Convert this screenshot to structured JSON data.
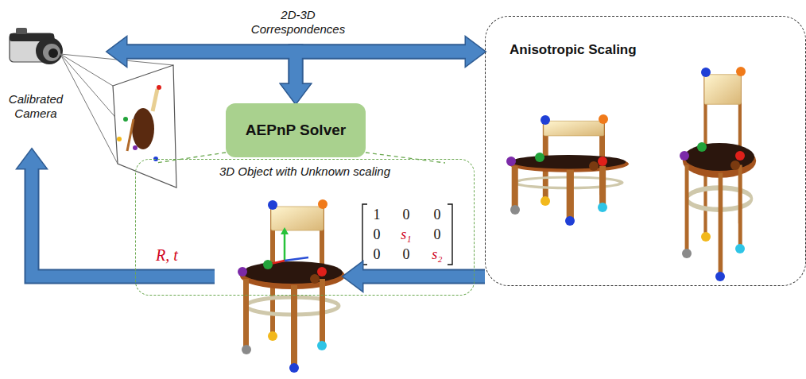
{
  "diagram": {
    "nodes": [
      {
        "text": [
          "Calibrated Camera"
        ]
      },
      {
        "text": [
          "AEPnP Solver"
        ]
      },
      {
        "text": [
          "3D Object with Unknown scaling"
        ]
      },
      {
        "text": [
          "Anisotropic Scaling"
        ]
      }
    ],
    "edges": [
      {
        "from": 0,
        "to": 3,
        "arrow": "both",
        "label": "2D-3D Correspondences"
      },
      {
        "from": 0,
        "to": 1,
        "arrow": "to"
      },
      {
        "from": 3,
        "to": 1,
        "arrow": "to"
      },
      {
        "from": 3,
        "to": 2,
        "arrow": "to"
      },
      {
        "from": 2,
        "to": 0,
        "arrow": "to",
        "label": "R, t"
      }
    ],
    "labels": [
      "1",
      "0",
      "0",
      "0",
      "s₁",
      "0",
      "0",
      "0",
      "s₂"
    ]
  }
}
